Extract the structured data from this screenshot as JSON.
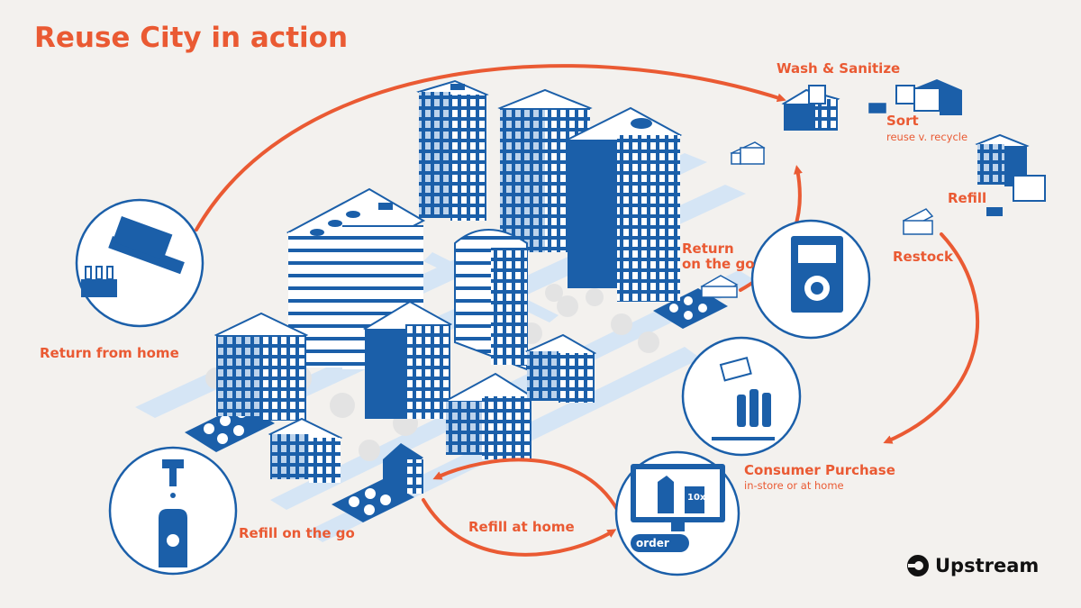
{
  "title": "Reuse City in action",
  "brand": {
    "name": "Upstream",
    "color": "#111111"
  },
  "colors": {
    "accent": "#ea5a33",
    "blue": "#1b5fa9",
    "light_blue": "#d5e5f5",
    "background": "#f3f1ee"
  },
  "steps": {
    "wash": "Wash & Sanitize",
    "sort": "Sort",
    "sort_sub": "reuse v. recycle",
    "refill": "Refill",
    "restock": "Restock",
    "return_go": "Return\non the go",
    "return_home": "Return from home",
    "consumer_purchase": "Consumer Purchase",
    "consumer_sub": "in-store or at home",
    "refill_home": "Refill at home",
    "refill_go": "Refill on the go"
  },
  "screen": {
    "order_label": "order",
    "pack_label": "10x"
  }
}
